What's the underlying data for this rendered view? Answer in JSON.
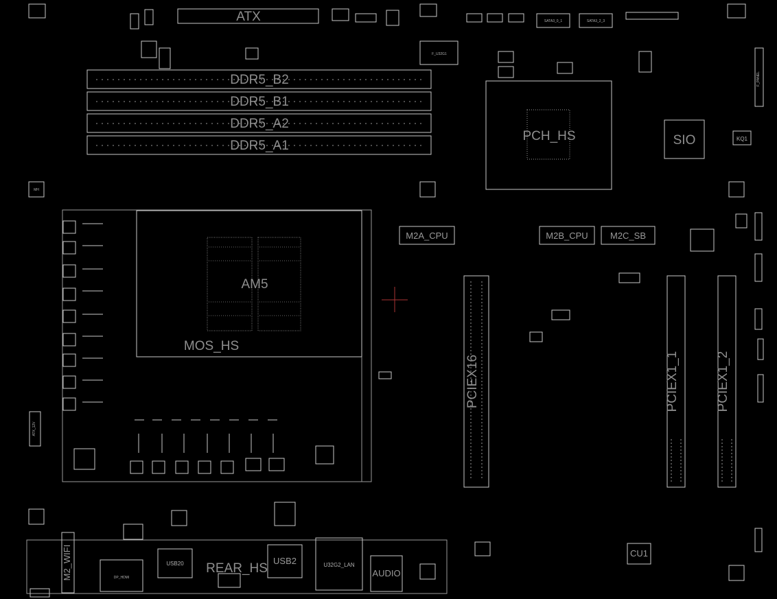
{
  "board": {
    "labels": {
      "atx": "ATX",
      "ddr5_b2": "DDR5_B2",
      "ddr5_b1": "DDR5_B1",
      "ddr5_a2": "DDR5_A2",
      "ddr5_a1": "DDR5_A1",
      "pch_hs": "PCH_HS",
      "sio": "SIO",
      "am5": "AM5",
      "mos_hs": "MOS_HS",
      "m2a_cpu": "M2A_CPU",
      "m2b_cpu": "M2B_CPU",
      "m2c_sb": "M2C_SB",
      "pciex16": "PCIEX16",
      "pciex1_1": "PCIEX1_1",
      "pciex1_2": "PCIEX1_2",
      "m2_wifi": "M2_WIFI",
      "rear_hs": "REAR_HS",
      "usb20": "USB20",
      "usb2": "USB2",
      "u32g2_lan": "U32G2_LAN",
      "audio": "AUDIO",
      "dp_hdmi": "DP_HDMI",
      "cu1": "CU1",
      "atx_12v": "ATX_12V",
      "sata3_01": "SATA3_0_1",
      "sata3_23": "SATA3_2_3",
      "f_panel": "F_PANEL",
      "f_u32g1": "F_U32G1",
      "kq1": "KQ1",
      "mh": "MH"
    },
    "colors": {
      "background": "#000000",
      "outline": "#c8c8c8",
      "label": "#8e8e8e",
      "cursor": "#c0392b"
    }
  }
}
